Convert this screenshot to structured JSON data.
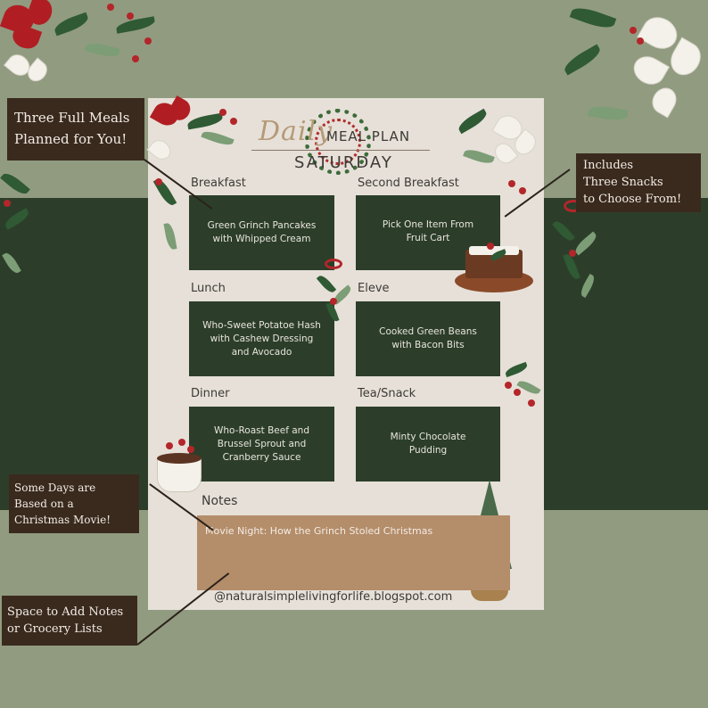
{
  "colors": {
    "background": "#919b80",
    "band": "#2c3e2a",
    "sheet": "#e6e0d8",
    "meal_box": "#2c3e2a",
    "notes_box": "#b48d6a",
    "callout": "#3a2a1e"
  },
  "header": {
    "script": "Daily",
    "title": "MEAL PLAN",
    "day": "SATURDAY"
  },
  "meals": [
    {
      "label": "Breakfast",
      "lines": [
        "Green Grinch Pancakes",
        "with Whipped Cream"
      ]
    },
    {
      "label": "Second Breakfast",
      "lines": [
        "Pick One Item From",
        "Fruit Cart"
      ]
    },
    {
      "label": "Lunch",
      "lines": [
        "Who-Sweet Potatoe Hash",
        "with Cashew Dressing",
        "and Avocado"
      ]
    },
    {
      "label": "Eleve",
      "lines": [
        "Cooked Green Beans",
        "with Bacon Bits"
      ]
    },
    {
      "label": "Dinner",
      "lines": [
        "Who-Roast Beef and",
        "Brussel Sprout and",
        "Cranberry Sauce"
      ]
    },
    {
      "label": "Tea/Snack",
      "lines": [
        "Minty Chocolate",
        "Pudding"
      ]
    }
  ],
  "notes": {
    "label": "Notes",
    "text": "Movie Night: How the Grinch Stoled Christmas"
  },
  "footer": "@naturalsimplelivingforlife.blogspot.com",
  "callouts": {
    "meals": [
      "Three Full Meals",
      "Planned for You!"
    ],
    "snacks": [
      "Includes",
      "Three Snacks",
      "to Choose From!"
    ],
    "movie": [
      "Some Days are",
      "Based on a",
      "Christmas Movie!"
    ],
    "notes": [
      "Space to Add Notes",
      "or Grocery Lists"
    ]
  },
  "decorations": [
    "poinsettia-icon",
    "holly-icon",
    "mistletoe-icon",
    "wreath-icon",
    "fruitcake-icon",
    "hot-cocoa-icon",
    "christmas-tree-icon"
  ]
}
